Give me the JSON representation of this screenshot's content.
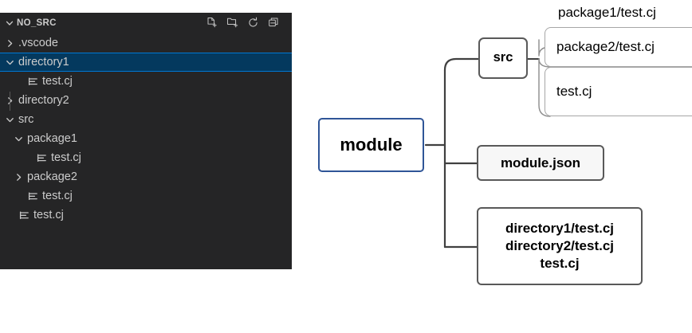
{
  "explorer": {
    "title": "NO_SRC",
    "collapse_chevron": "chevron-down",
    "actions": [
      {
        "name": "new-file",
        "label": "New File"
      },
      {
        "name": "new-folder",
        "label": "New Folder"
      },
      {
        "name": "refresh",
        "label": "Refresh Explorer"
      },
      {
        "name": "collapse-all",
        "label": "Collapse Folders in Explorer"
      }
    ],
    "tree": [
      {
        "label": ".vscode",
        "type": "folder",
        "state": "collapsed",
        "depth": 0,
        "selected": false
      },
      {
        "label": "directory1",
        "type": "folder",
        "state": "expanded",
        "depth": 0,
        "selected": true
      },
      {
        "label": "test.cj",
        "type": "file",
        "state": "none",
        "depth": 1,
        "selected": false
      },
      {
        "label": "directory2",
        "type": "folder",
        "state": "collapsed",
        "depth": 0,
        "selected": false
      },
      {
        "label": "src",
        "type": "folder",
        "state": "expanded",
        "depth": 0,
        "selected": false
      },
      {
        "label": "package1",
        "type": "folder",
        "state": "expanded",
        "depth": 1,
        "selected": false
      },
      {
        "label": "test.cj",
        "type": "file",
        "state": "none",
        "depth": 2,
        "selected": false
      },
      {
        "label": "package2",
        "type": "folder",
        "state": "collapsed",
        "depth": 1,
        "selected": false
      },
      {
        "label": "test.cj",
        "type": "file",
        "state": "none",
        "depth": 1,
        "selected": false
      },
      {
        "label": "test.cj",
        "type": "file",
        "state": "none",
        "depth": 0,
        "selected": false
      }
    ]
  },
  "diagram": {
    "root": {
      "label": "module",
      "border_color": "#2F5597"
    },
    "src": {
      "label": "src",
      "border_color": "#595959"
    },
    "module_json": {
      "label": "module.json",
      "fill": "#F7F7F7",
      "border_color": "#595959"
    },
    "directories_box": {
      "lines": [
        "directory1/test.cj",
        "directory2/test.cj",
        "test.cj"
      ]
    },
    "package_label": "package1/test.cj",
    "packages_box": {
      "label": "package2/test.cj"
    },
    "src_test_box": {
      "label": "test.cj"
    },
    "connector_color": "#404040"
  }
}
